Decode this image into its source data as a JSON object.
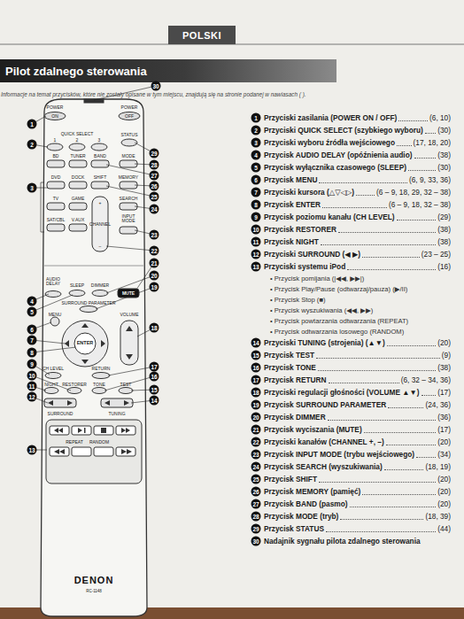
{
  "diagram": {
    "title": "Pilot zdalnego sterowania",
    "nodes": [
      {
        "text": [
          "POLSKI"
        ]
      },
      {
        "text": [
          "Pilot zdalnego sterowania"
        ]
      }
    ],
    "labels": [
      "Informacje na temat przycisków, które nie zostały opisane w tym miejscu, znajdują się na stronie podanej w nawiasach ( ).",
      "1",
      "Przyciski zasilania (POWER ON / OFF)",
      "(6, 10)",
      "2",
      "Przyciski QUICK SELECT (szybkiego wyboru)",
      "(30)",
      "3",
      "Przyciski wyboru źródła wejściowego",
      "(17, 18, 20)",
      "4",
      "Przycisk AUDIO DELAY (opóźnienia audio)",
      "(38)",
      "5",
      "Przycisk wyłącznika czasowego (SLEEP)",
      "(30)",
      "6",
      "Przycisk MENU",
      "(6, 9, 33, 36)",
      "7",
      "Przyciski kursora (△▽◁▷)",
      "(6 – 9, 18, 29, 32 – 38)",
      "8",
      "Przycisk ENTER",
      "(6 – 9, 18, 32 – 38)",
      "9",
      "Przycisk poziomu kanału (CH LEVEL)",
      "(29)",
      "10",
      "Przycisk RESTORER",
      "(38)",
      "11",
      "Przycisk NIGHT",
      "(38)",
      "12",
      "Przyciski SURROUND (◀ ▶)",
      "(23 – 25)",
      "13",
      "Przyciski systemu iPod",
      "(16)",
      "• Przycisk pomijania (|◀◀, ▶▶|)",
      "• Przycisk Play/Pause (odtwarzaj/pauza) (▶/II)",
      "• Przycisk Stop (■)",
      "• Przycisk wyszukiwania (◀◀, ▶▶)",
      "• Przycisk powtarzania odtwarzania (REPEAT)",
      "• Przycisk odtwarzania losowego (RANDOM)",
      "14",
      "Przyciski TUNING (strojenia) (▲▼)",
      "(20)",
      "15",
      "Przycisk TEST",
      "(9)",
      "16",
      "Przycisk TONE",
      "(38)",
      "17",
      "Przycisk RETURN",
      "(6, 32 – 34, 36)",
      "18",
      "Przyciski regulacji głośności (VOLUME ▲▼)",
      "(17)",
      "19",
      "Przycisk SURROUND PARAMETER",
      "(24, 36)",
      "20",
      "Przycisk DIMMER",
      "(36)",
      "21",
      "Przycisk wyciszania (MUTE)",
      "(17)",
      "22",
      "Przyciski kanałów (CHANNEL +, –)",
      "(20)",
      "23",
      "Przycisk INPUT MODE (trybu wejściowego)",
      "(34)",
      "24",
      "Przycisk SEARCH (wyszukiwania)",
      "(18, 19)",
      "25",
      "Przycisk SHIFT",
      "(20)",
      "26",
      "Przycisk MEMORY (pamięć)",
      "(20)",
      "27",
      "Przycisk BAND (pasmo)",
      "(20)",
      "28",
      "Przycisk MODE (tryb)",
      "(18, 39)",
      "29",
      "Przycisk STATUS",
      "(44)",
      "30",
      "Nadajnik sygnału pilota zdalnego sterowania",
      "POWER",
      "ON",
      "POWER",
      "OFF",
      "QUICK SELECT",
      "1",
      "2",
      "3",
      "STATUS",
      "BD",
      "TUNER",
      "BAND",
      "MODE",
      "DVD",
      "DOCK",
      "SHIFT",
      "MEMORY",
      "TV",
      "GAME",
      "SEARCH",
      "SAT/CBL",
      "V.AUX",
      "INPUT MODE",
      "+",
      "CHANNEL",
      "–",
      "AUDIO DELAY",
      "SLEEP",
      "DIMMER",
      "MUTE",
      "SURROUND PARAMETER",
      "MENU",
      "VOLUME",
      "ENTER",
      "CH LEVEL",
      "RETURN",
      "NIGHT",
      "RESTORER",
      "TONE",
      "TEST",
      "SURROUND",
      "TUNING",
      "REPEAT",
      "RANDOM",
      "DENON",
      "RC-1148",
      "1",
      "2",
      "3",
      "4",
      "5",
      "6",
      "7",
      "8",
      "9",
      "10",
      "11",
      "12",
      "13",
      "14",
      "15",
      "16",
      "17",
      "18",
      "19",
      "20",
      "21",
      "22",
      "23",
      "24",
      "25",
      "26",
      "27",
      "28",
      "29",
      "30"
    ]
  }
}
